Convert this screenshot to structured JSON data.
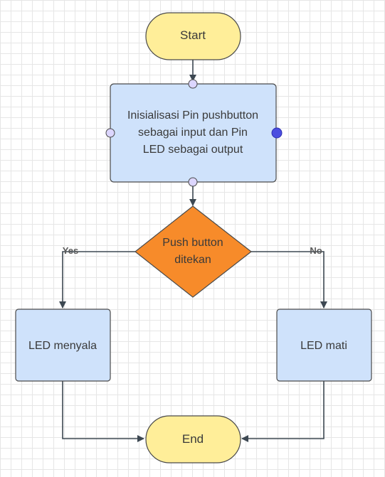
{
  "flowchart": {
    "start": {
      "label": "Start"
    },
    "init": {
      "lines": [
        "Inisialisasi Pin pushbutton",
        "sebagai input dan Pin",
        "LED sebagai output"
      ]
    },
    "decision": {
      "lines": [
        "Push button",
        "ditekan"
      ]
    },
    "led_on": {
      "label": "LED menyala"
    },
    "led_off": {
      "label": "LED mati"
    },
    "end": {
      "label": "End"
    },
    "edges": {
      "yes_label": "Yes",
      "no_label": "No"
    }
  },
  "colors": {
    "terminal_fill": "#ffee99",
    "terminal_stroke": "#4a4a4a",
    "process_fill": "#cfe2fb",
    "process_stroke": "#4a4a4a",
    "decision_fill": "#f78b2a",
    "decision_stroke": "#4a4a4a",
    "handle_fill": "#dcd6ff",
    "handle_active_fill": "#4b4ee0",
    "connector": "#3d4852"
  }
}
